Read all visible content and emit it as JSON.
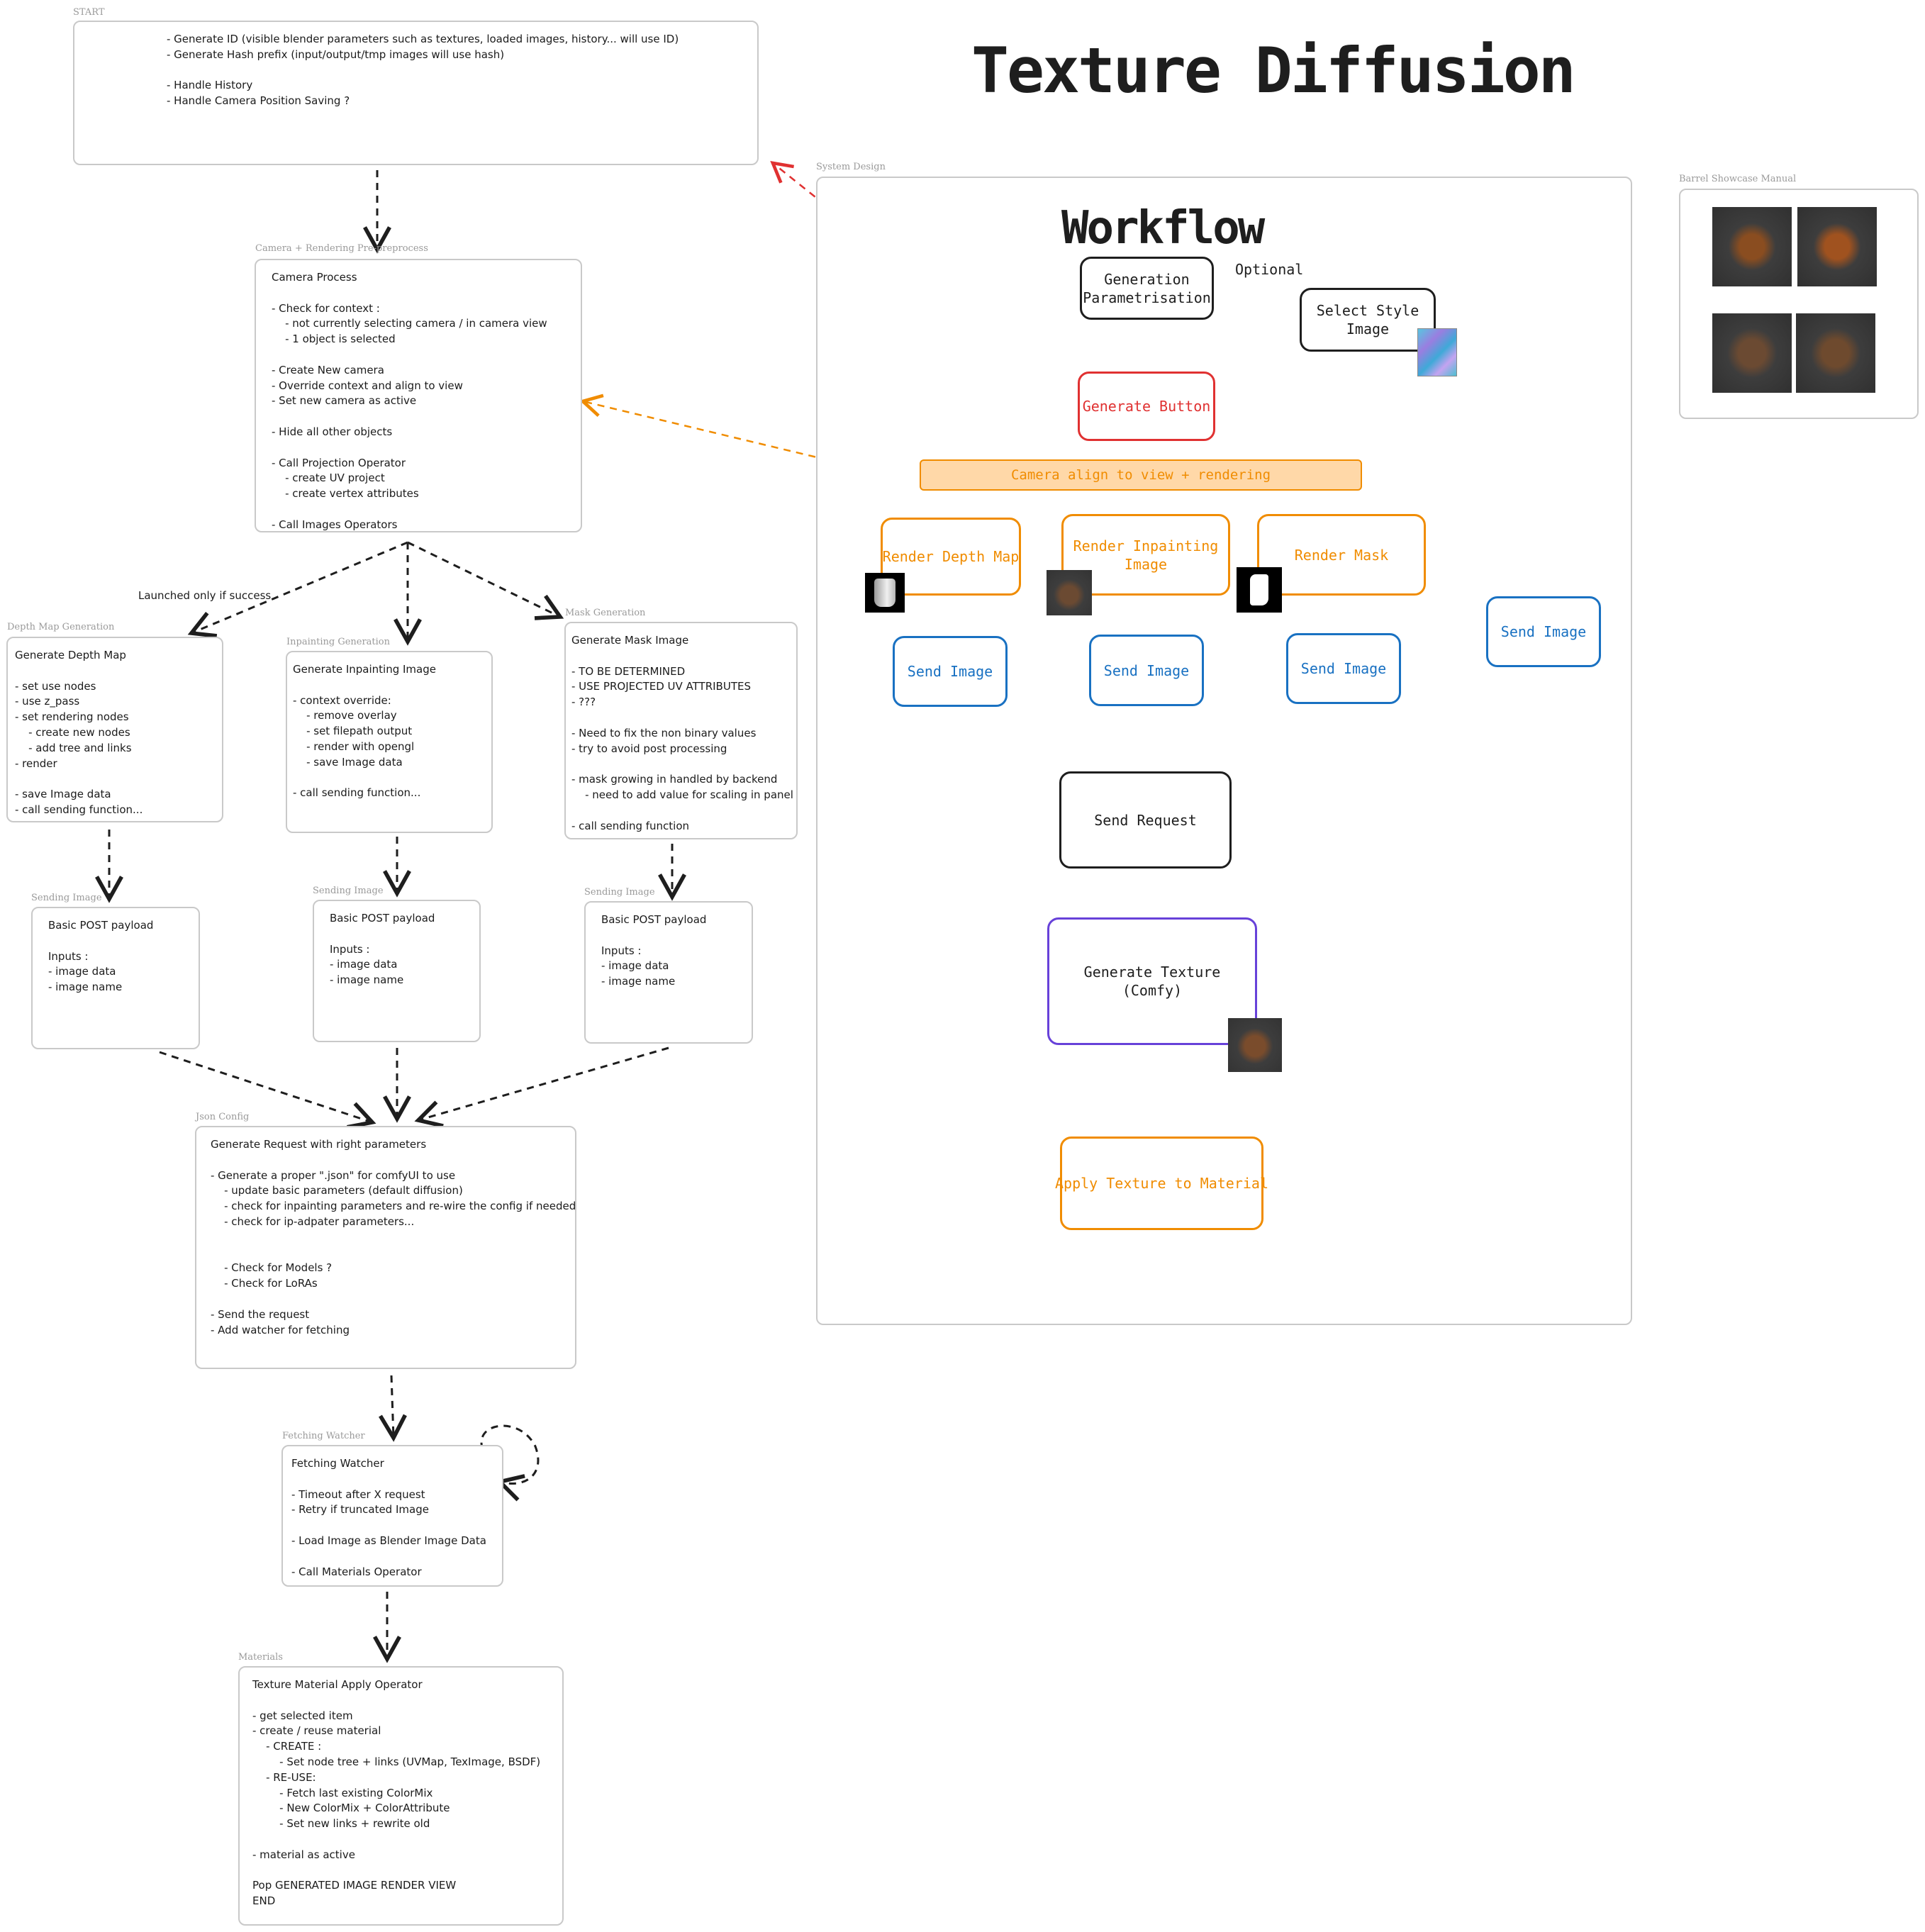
{
  "title": "Texture Diffusion",
  "frames": {
    "start": {
      "label": "START",
      "text": "- Generate ID (visible blender parameters such as textures, loaded images, history... will use ID)\n- Generate Hash prefix (input/output/tmp images will use hash)\n\n- Handle History\n- Handle Camera Position Saving ?"
    },
    "camera": {
      "label": "Camera + Rendering Pre-preprocess",
      "text": "Camera Process\n\n- Check for context :\n    - not currently selecting camera / in camera view\n    - 1 object is selected\n\n- Create New camera\n- Override context and align to view\n- Set new camera as active\n\n- Hide all other objects\n\n- Call Projection Operator\n    - create UV project\n    - create vertex attributes\n\n- Call Images Operators"
    },
    "depth": {
      "label": "Depth Map Generation",
      "text": "Generate Depth Map\n\n- set use nodes\n- use z_pass\n- set rendering nodes\n    - create new nodes\n    - add tree and links\n- render\n\n- save Image data\n- call sending function..."
    },
    "inpaint": {
      "label": "Inpainting Generation",
      "text": "Generate Inpainting Image\n\n- context override:\n    - remove overlay\n    - set filepath output\n    - render with opengl\n    - save Image data\n\n- call sending function..."
    },
    "mask": {
      "label": "Mask Generation",
      "text": "Generate Mask Image\n\n- TO BE DETERMINED\n- USE PROJECTED UV ATTRIBUTES\n- ???\n\n- Need to fix the non binary values\n- try to avoid post processing\n\n- mask growing in handled by backend\n    - need to add value for scaling in panel\n\n- call sending function"
    },
    "send1": {
      "label": "Sending Image",
      "text": "Basic POST payload\n\nInputs :\n- image data\n- image name"
    },
    "send2": {
      "label": "Sending Image",
      "text": "Basic POST payload\n\nInputs :\n- image data\n- image name"
    },
    "send3": {
      "label": "Sending Image",
      "text": "Basic POST payload\n\nInputs :\n- image data\n- image name"
    },
    "json": {
      "label": "Json Config",
      "text": "Generate Request with right parameters\n\n- Generate a proper \".json\" for comfyUI to use\n    - update basic parameters (default diffusion)\n    - check for inpainting parameters and re-wire the config if needed\n    - check for ip-adpater parameters...\n\n\n    - Check for Models ?\n    - Check for LoRAs\n\n- Send the request\n- Add watcher for fetching"
    },
    "watcher": {
      "label": "Fetching Watcher",
      "text": "Fetching Watcher\n\n- Timeout after X request\n- Retry if truncated Image\n\n- Load Image as Blender Image Data\n\n- Call Materials Operator"
    },
    "materials": {
      "label": "Materials",
      "text": "Texture Material Apply Operator\n\n- get selected item\n- create / reuse material\n    - CREATE :\n        - Set node tree + links (UVMap, TexImage, BSDF)\n    - RE-USE:\n        - Fetch last existing ColorMix\n        - New ColorMix + ColorAttribute\n        - Set new links + rewrite old\n\n- material as active\n\nPop GENERATED IMAGE RENDER VIEW\nEND"
    },
    "system": {
      "label": "System Design"
    },
    "barrel": {
      "label": "Barrel Showcase Manual"
    }
  },
  "launched_note": "Launched only if success",
  "workflow": {
    "title": "Workflow",
    "optional_label": "Optional",
    "nodes": {
      "gen_param": "Generation\nParametrisation",
      "style": "Select Style\nImage",
      "gen_button": "Generate Button",
      "camera_align": "Camera align to view + rendering",
      "render_depth": "Render Depth Map",
      "render_inpaint": "Render Inpainting\nImage",
      "render_mask": "Render Mask",
      "send_depth": "Send Image",
      "send_inpaint": "Send Image",
      "send_mask": "Send Image",
      "send_style": "Send Image",
      "send_request": "Send Request",
      "gen_texture": "Generate Texture\n(Comfy)",
      "apply_texture": "Apply Texture to Material"
    }
  },
  "colors": {
    "black": "#1e1e1e",
    "red": "#e03131",
    "orange": "#f08c00",
    "orange_fill": "#ffd8a8",
    "blue": "#1971c2",
    "purple": "#6741d9",
    "frame_border": "#c9c9c9",
    "label_gray": "#9a9a9a"
  }
}
